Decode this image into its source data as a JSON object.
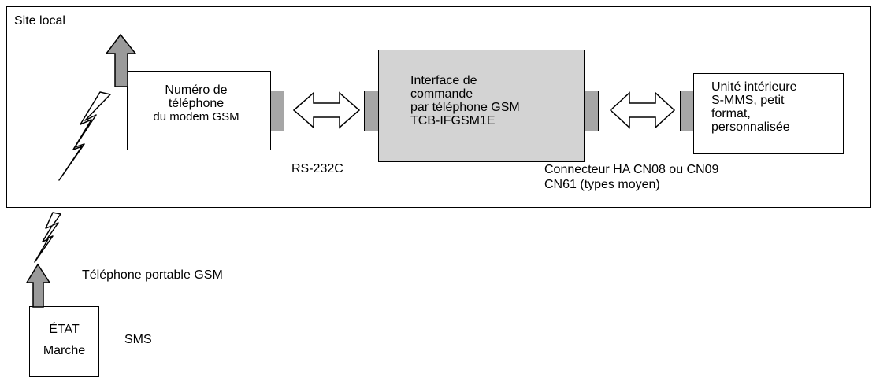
{
  "site_label": "Site local",
  "modem_box": {
    "line1": "Numéro de",
    "line2": "téléphone",
    "line3": "du modem GSM"
  },
  "interface_box": {
    "line1": "Interface de",
    "line2": "commande",
    "line3": "par téléphone GSM",
    "line4": "TCB-IFGSM1E"
  },
  "indoor_box": {
    "line1": "Unité intérieure",
    "line2": "S-MMS, petit",
    "line3": "format,",
    "line4": "personnalisée"
  },
  "rs232_label": "RS-232C",
  "connector_label": {
    "line1": "Connecteur HA CN08 ou CN09",
    "line2": "CN61 (types moyen)"
  },
  "phone_label": "Téléphone portable GSM",
  "state_box": {
    "line1": "ÉTAT",
    "line2": "Marche"
  },
  "sms_label": "SMS",
  "colors": {
    "interface_fill": "#d3d3d3",
    "connector_fill": "#a6a6a6",
    "arrow_fill": "#9a9a9a"
  }
}
